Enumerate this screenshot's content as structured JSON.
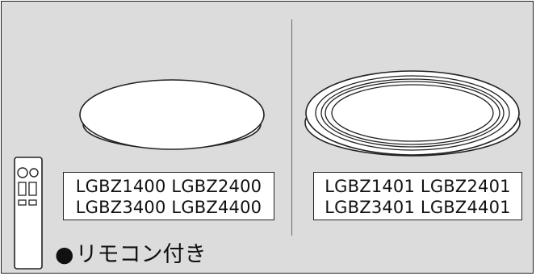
{
  "products": {
    "left": {
      "models_row1": "LGBZ1400 LGBZ2400",
      "models_row2": "LGBZ3400 LGBZ4400"
    },
    "right": {
      "models_row1": "LGBZ1401 LGBZ2401",
      "models_row2": "LGBZ3401 LGBZ4401"
    }
  },
  "remote_note": {
    "bullet": "●",
    "text": "リモコン付き"
  },
  "colors": {
    "panel_background": "#dcdcdc",
    "outline": "#222222",
    "box_background": "#ffffff"
  }
}
